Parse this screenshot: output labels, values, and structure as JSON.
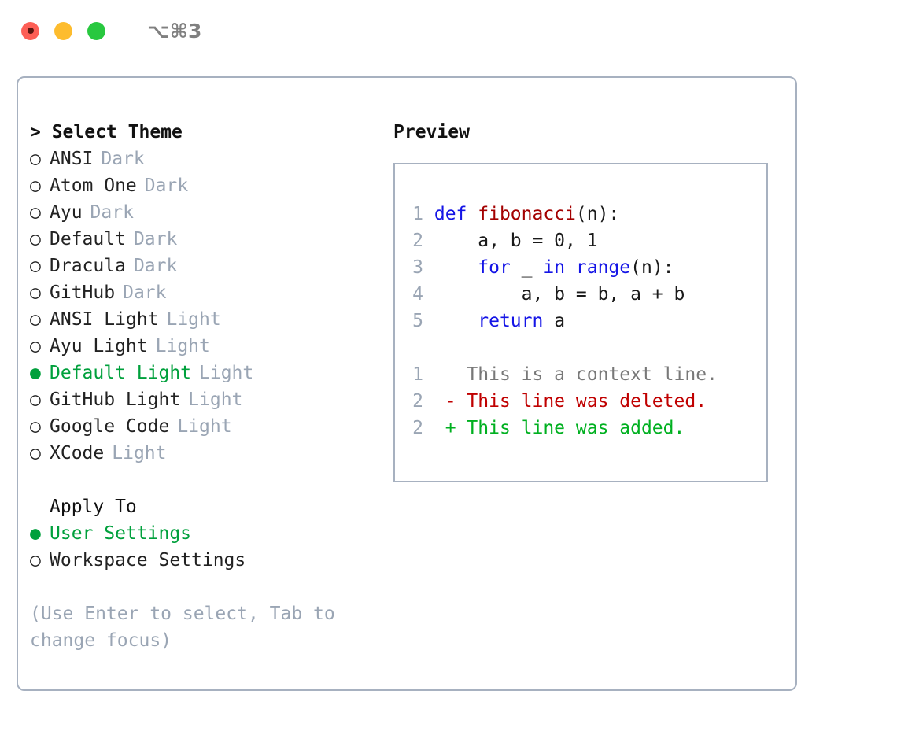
{
  "titlebar": {
    "buttons": [
      {
        "name": "close",
        "color": "#fd5f56"
      },
      {
        "name": "minimize",
        "color": "#fdbc2e"
      },
      {
        "name": "zoom",
        "color": "#28c83f"
      }
    ],
    "shortcut": "⌥⌘3"
  },
  "theme_panel": {
    "header": "> Select Theme",
    "selected_theme": "Default Light",
    "selected_color": "#00a03c",
    "muted_color": "#9aa5b4",
    "bullet_selected": "●",
    "bullet_unselected": "○",
    "themes": [
      {
        "name": "ANSI",
        "kind": "Dark",
        "selected": false
      },
      {
        "name": "Atom One",
        "kind": "Dark",
        "selected": false
      },
      {
        "name": "Ayu",
        "kind": "Dark",
        "selected": false
      },
      {
        "name": "Default",
        "kind": "Dark",
        "selected": false
      },
      {
        "name": "Dracula",
        "kind": "Dark",
        "selected": false
      },
      {
        "name": "GitHub",
        "kind": "Dark",
        "selected": false
      },
      {
        "name": "ANSI Light",
        "kind": "Light",
        "selected": false
      },
      {
        "name": "Ayu Light",
        "kind": "Light",
        "selected": false
      },
      {
        "name": "Default Light",
        "kind": "Light",
        "selected": true
      },
      {
        "name": "GitHub Light",
        "kind": "Light",
        "selected": false
      },
      {
        "name": "Google Code",
        "kind": "Light",
        "selected": false
      },
      {
        "name": "XCode",
        "kind": "Light",
        "selected": false
      }
    ]
  },
  "apply_to": {
    "header": "Apply To",
    "options": [
      {
        "label": "User Settings",
        "selected": true
      },
      {
        "label": "Workspace Settings",
        "selected": false
      }
    ]
  },
  "hint": "(Use Enter to select, Tab to change focus)",
  "preview": {
    "header": "Preview",
    "code_lines": [
      {
        "number": "1",
        "tokens": [
          {
            "text": "def ",
            "style": "kw"
          },
          {
            "text": "fibonacci",
            "style": "fn"
          },
          {
            "text": "(n):",
            "style": "plain"
          }
        ]
      },
      {
        "number": "2",
        "tokens": [
          {
            "text": "    a, b = 0, 1",
            "style": "plain"
          }
        ]
      },
      {
        "number": "3",
        "tokens": [
          {
            "text": "    ",
            "style": "plain"
          },
          {
            "text": "for",
            "style": "kw"
          },
          {
            "text": " _ ",
            "style": "plain"
          },
          {
            "text": "in range",
            "style": "kw"
          },
          {
            "text": "(n):",
            "style": "plain"
          }
        ]
      },
      {
        "number": "4",
        "tokens": [
          {
            "text": "        a, b = b, a + b",
            "style": "plain"
          }
        ]
      },
      {
        "number": "5",
        "tokens": [
          {
            "text": "    ",
            "style": "plain"
          },
          {
            "text": "return",
            "style": "kw"
          },
          {
            "text": " a",
            "style": "plain"
          }
        ]
      }
    ],
    "diff_lines": [
      {
        "number": "1",
        "marker": " ",
        "text": " This is a context line.",
        "style": "ctx"
      },
      {
        "number": "2",
        "marker": "-",
        "text": " This line was deleted.",
        "style": "del"
      },
      {
        "number": "2",
        "marker": "+",
        "text": " This line was added.",
        "style": "add"
      }
    ]
  }
}
